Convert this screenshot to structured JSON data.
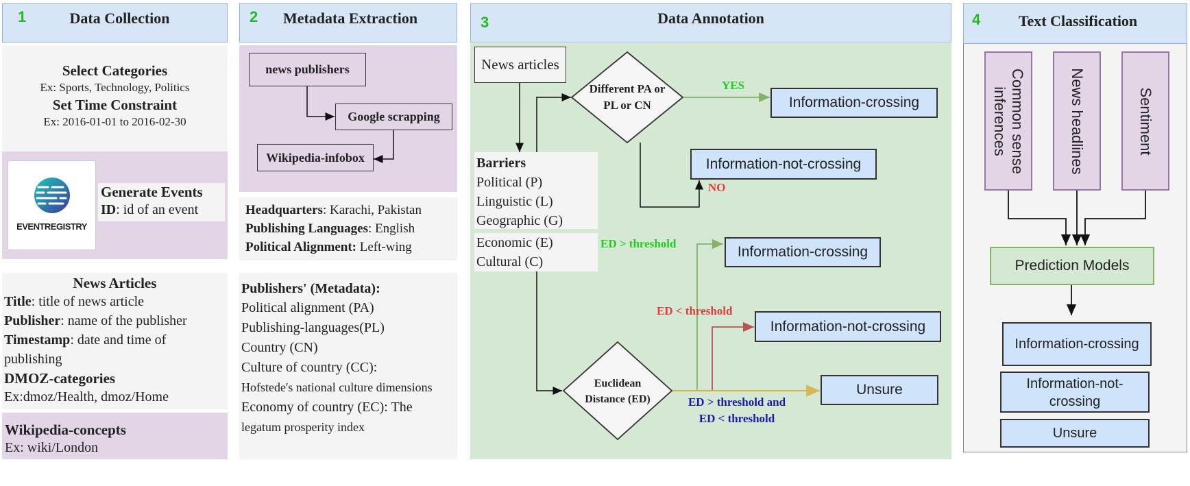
{
  "panel1": {
    "num": "1",
    "title": "Data Collection",
    "select_title": "Select Categories",
    "select_ex": "Ex: Sports, Technology, Politics",
    "time_title": "Set Time Constraint",
    "time_ex": "Ex: 2016-01-01 to 2016-02-30",
    "logo_text": "EVENTREGISTRY",
    "gen_title": "Generate Events",
    "gen_id_label": "ID",
    "gen_id_text": ": id of an event",
    "news_title": "News Articles",
    "news_fields": [
      {
        "label": "Title",
        "text": ": title of news article"
      },
      {
        "label": "Publisher",
        "text": ": name of the publisher"
      },
      {
        "label": "Timestamp",
        "text": ": date and time of publishing"
      }
    ],
    "dmoz_title": "DMOZ-categories",
    "dmoz_ex": "Ex:dmoz/Health, dmoz/Home",
    "wiki_title": "Wikipedia-concepts",
    "wiki_ex": "Ex: wiki/London"
  },
  "panel2": {
    "num": "2",
    "title": "Metadata Extraction",
    "box_publishers": "news publishers",
    "box_google": "Google scrapping",
    "box_wiki": "Wikipedia-infobox",
    "meta_rows": [
      {
        "label": "Headquarters",
        "text": ": Karachi, Pakistan"
      },
      {
        "label": "Publishing Languages",
        "text": ": English"
      },
      {
        "label": "Political Alignment:",
        "text": " Left-wing"
      }
    ],
    "pub_title": "Publishers' (Metadata):",
    "pub_lines": [
      "Political alignment (PA)",
      "Publishing-languages(PL)",
      "Country (CN)",
      "Culture of country (CC):"
    ],
    "pub_small1": "Hofstede's national culture dimensions",
    "pub_eco": "Economy of country (EC): The",
    "pub_small2": "legatum prosperity index"
  },
  "panel3": {
    "num": "3",
    "title": "Data Annotation",
    "news_articles": "News articles",
    "barriers_title": "Barriers",
    "barriers": [
      "Political (P)",
      "Linguistic (L)",
      "Geographic (G)"
    ],
    "barriers2": [
      "Economic (E)",
      "Cultural (C)"
    ],
    "diamond1": "Different PA or PL or CN",
    "diamond2": "Euclidean Distance (ED)",
    "yes": "YES",
    "no": "NO",
    "ed_gt": "ED > threshold",
    "ed_lt": "ED < threshold",
    "ed_both": "ED > threshold and ED < threshold",
    "info_crossing_1": "Information-crossing",
    "info_not_crossing_1": "Information-not-crossing",
    "info_crossing_2": "Information-crossing",
    "info_not_crossing_2": "Information-not-crossing",
    "unsure": "Unsure",
    "colors": {
      "green": "#82b366",
      "red": "#b85450",
      "gold": "#d6b656",
      "yes": "#22cc22",
      "no": "#e03c3c",
      "blue": "#1a1aaa"
    }
  },
  "panel4": {
    "num": "4",
    "title": "Text Classification",
    "inputs": [
      "Common sense inferences",
      "News headlines",
      "Sentiment"
    ],
    "model": "Prediction Models",
    "outputs": [
      "Information-crossing",
      "Information-not-crossing",
      "Unsure"
    ]
  }
}
